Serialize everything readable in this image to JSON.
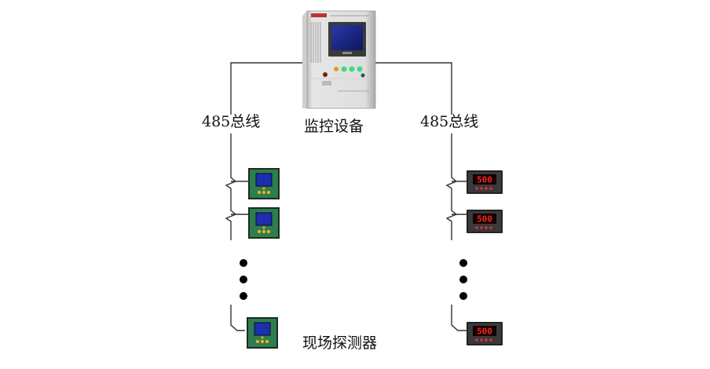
{
  "labels": {
    "bus_left": "485总线",
    "bus_right": "485总线",
    "controller": "监控设备",
    "detectors": "现场探测器"
  },
  "devices": {
    "left_meter_reading": "",
    "right_meter_reading": "500"
  },
  "colors": {
    "line": "#333333",
    "cabinet_body": "#dcdcdc",
    "screen": "#1a2a8c",
    "meter_body_green": "#2e7d4f",
    "meter_body_dark": "#2a2a2a",
    "led_red": "#ff2222",
    "indicator_green": "#3ddc84"
  }
}
